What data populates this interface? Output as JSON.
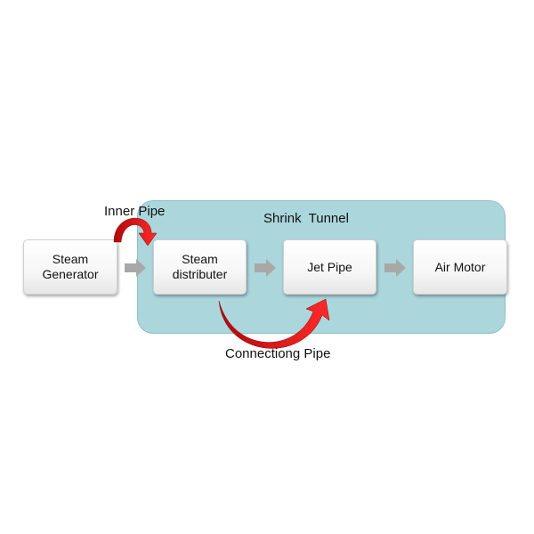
{
  "tunnel": {
    "label": "Shrink  Tunnel",
    "fill_color": "#abd6dc"
  },
  "nodes": [
    {
      "id": "generator",
      "label": "Steam\nGenerator"
    },
    {
      "id": "distributer",
      "label": "Steam\ndistributer"
    },
    {
      "id": "jetpipe",
      "label": "Jet Pipe"
    },
    {
      "id": "airmotor",
      "label": "Air Motor"
    }
  ],
  "pipes": {
    "inner_label": "Inner Pipe",
    "connecting_label": "Connectiong Pipe",
    "color": "#e01010"
  },
  "flow_arrow_color": "#a8a8a8"
}
